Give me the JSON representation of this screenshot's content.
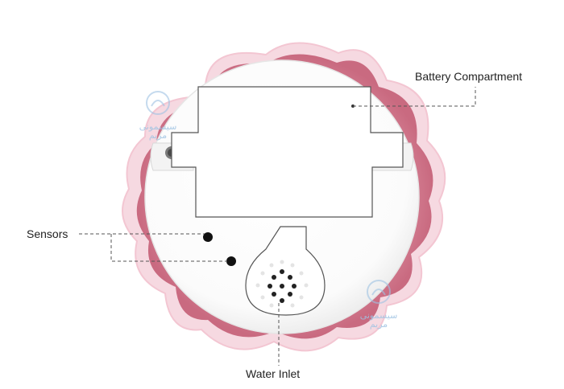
{
  "labels": {
    "battery": "Battery Compartment",
    "sensors": "Sensors",
    "water": "Water Inlet"
  },
  "watermark": {
    "line1": "سیسمونی",
    "line2": "مریم"
  },
  "colors": {
    "petal_outer": "#f2c7d2",
    "petal_inner": "#d9788f",
    "body": "#ffffff",
    "outline": "#555555",
    "leader": "#555555",
    "speaker_hole": "#222222",
    "watermark": "#9fc3e3"
  }
}
